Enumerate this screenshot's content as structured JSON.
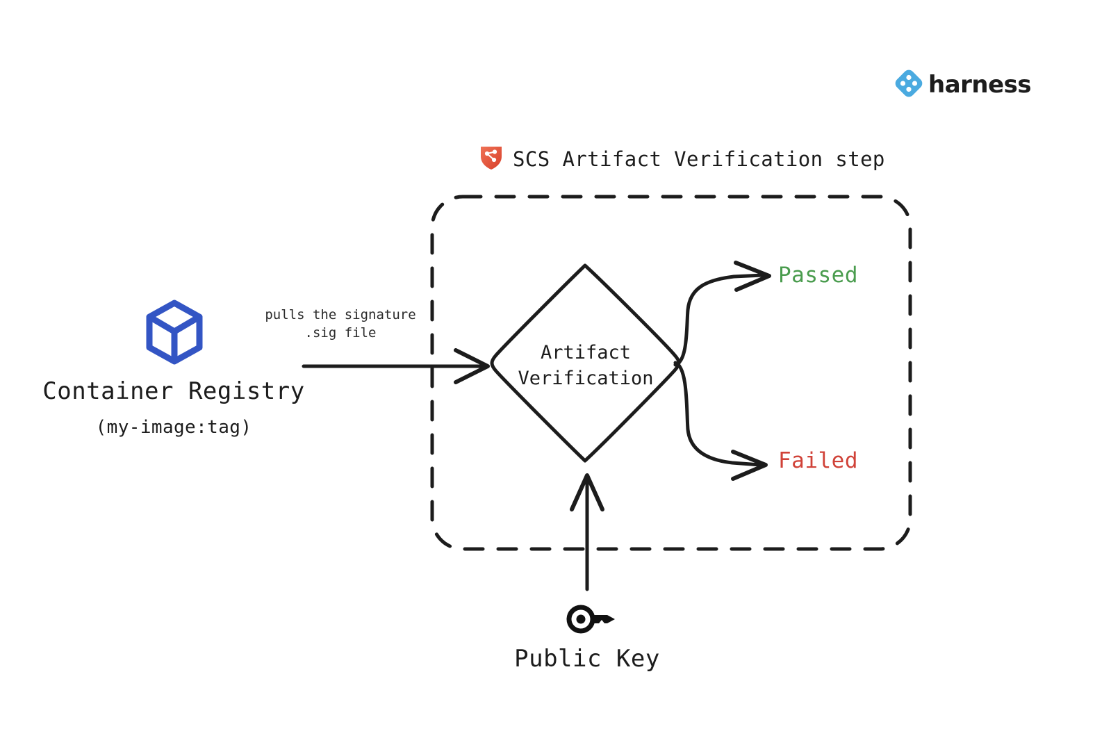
{
  "brand": {
    "name": "harness",
    "logo_icon": "harness-diamond-logo",
    "logo_color": "#4aaae0",
    "wordmark_color": "#1d1d1d"
  },
  "step": {
    "icon": "scs-shield-icon",
    "icon_color": "#e4573d",
    "title": "SCS Artifact Verification step",
    "boundary_style": "dashed-rounded-box"
  },
  "source": {
    "icon": "container-box-icon",
    "icon_color": "#3355c4",
    "title": "Container Registry",
    "subtitle": "(my-image:tag)"
  },
  "edges": {
    "pull_label_line1": "pulls the signature",
    "pull_label_line2": ".sig file",
    "registry_to_verification": "arrow-right",
    "key_to_verification": "arrow-up",
    "verification_to_passed": "curved-arrow-up-right",
    "verification_to_failed": "curved-arrow-down-right"
  },
  "process": {
    "node_shape": "diamond",
    "label_line1": "Artifact",
    "label_line2": "Verification"
  },
  "outcomes": [
    {
      "label": "Passed",
      "color": "#4a9c4e",
      "name": "passed"
    },
    {
      "label": "Failed",
      "color": "#d04238",
      "name": "failed"
    }
  ],
  "key": {
    "icon": "key-icon",
    "icon_color": "#111111",
    "label": "Public Key"
  }
}
